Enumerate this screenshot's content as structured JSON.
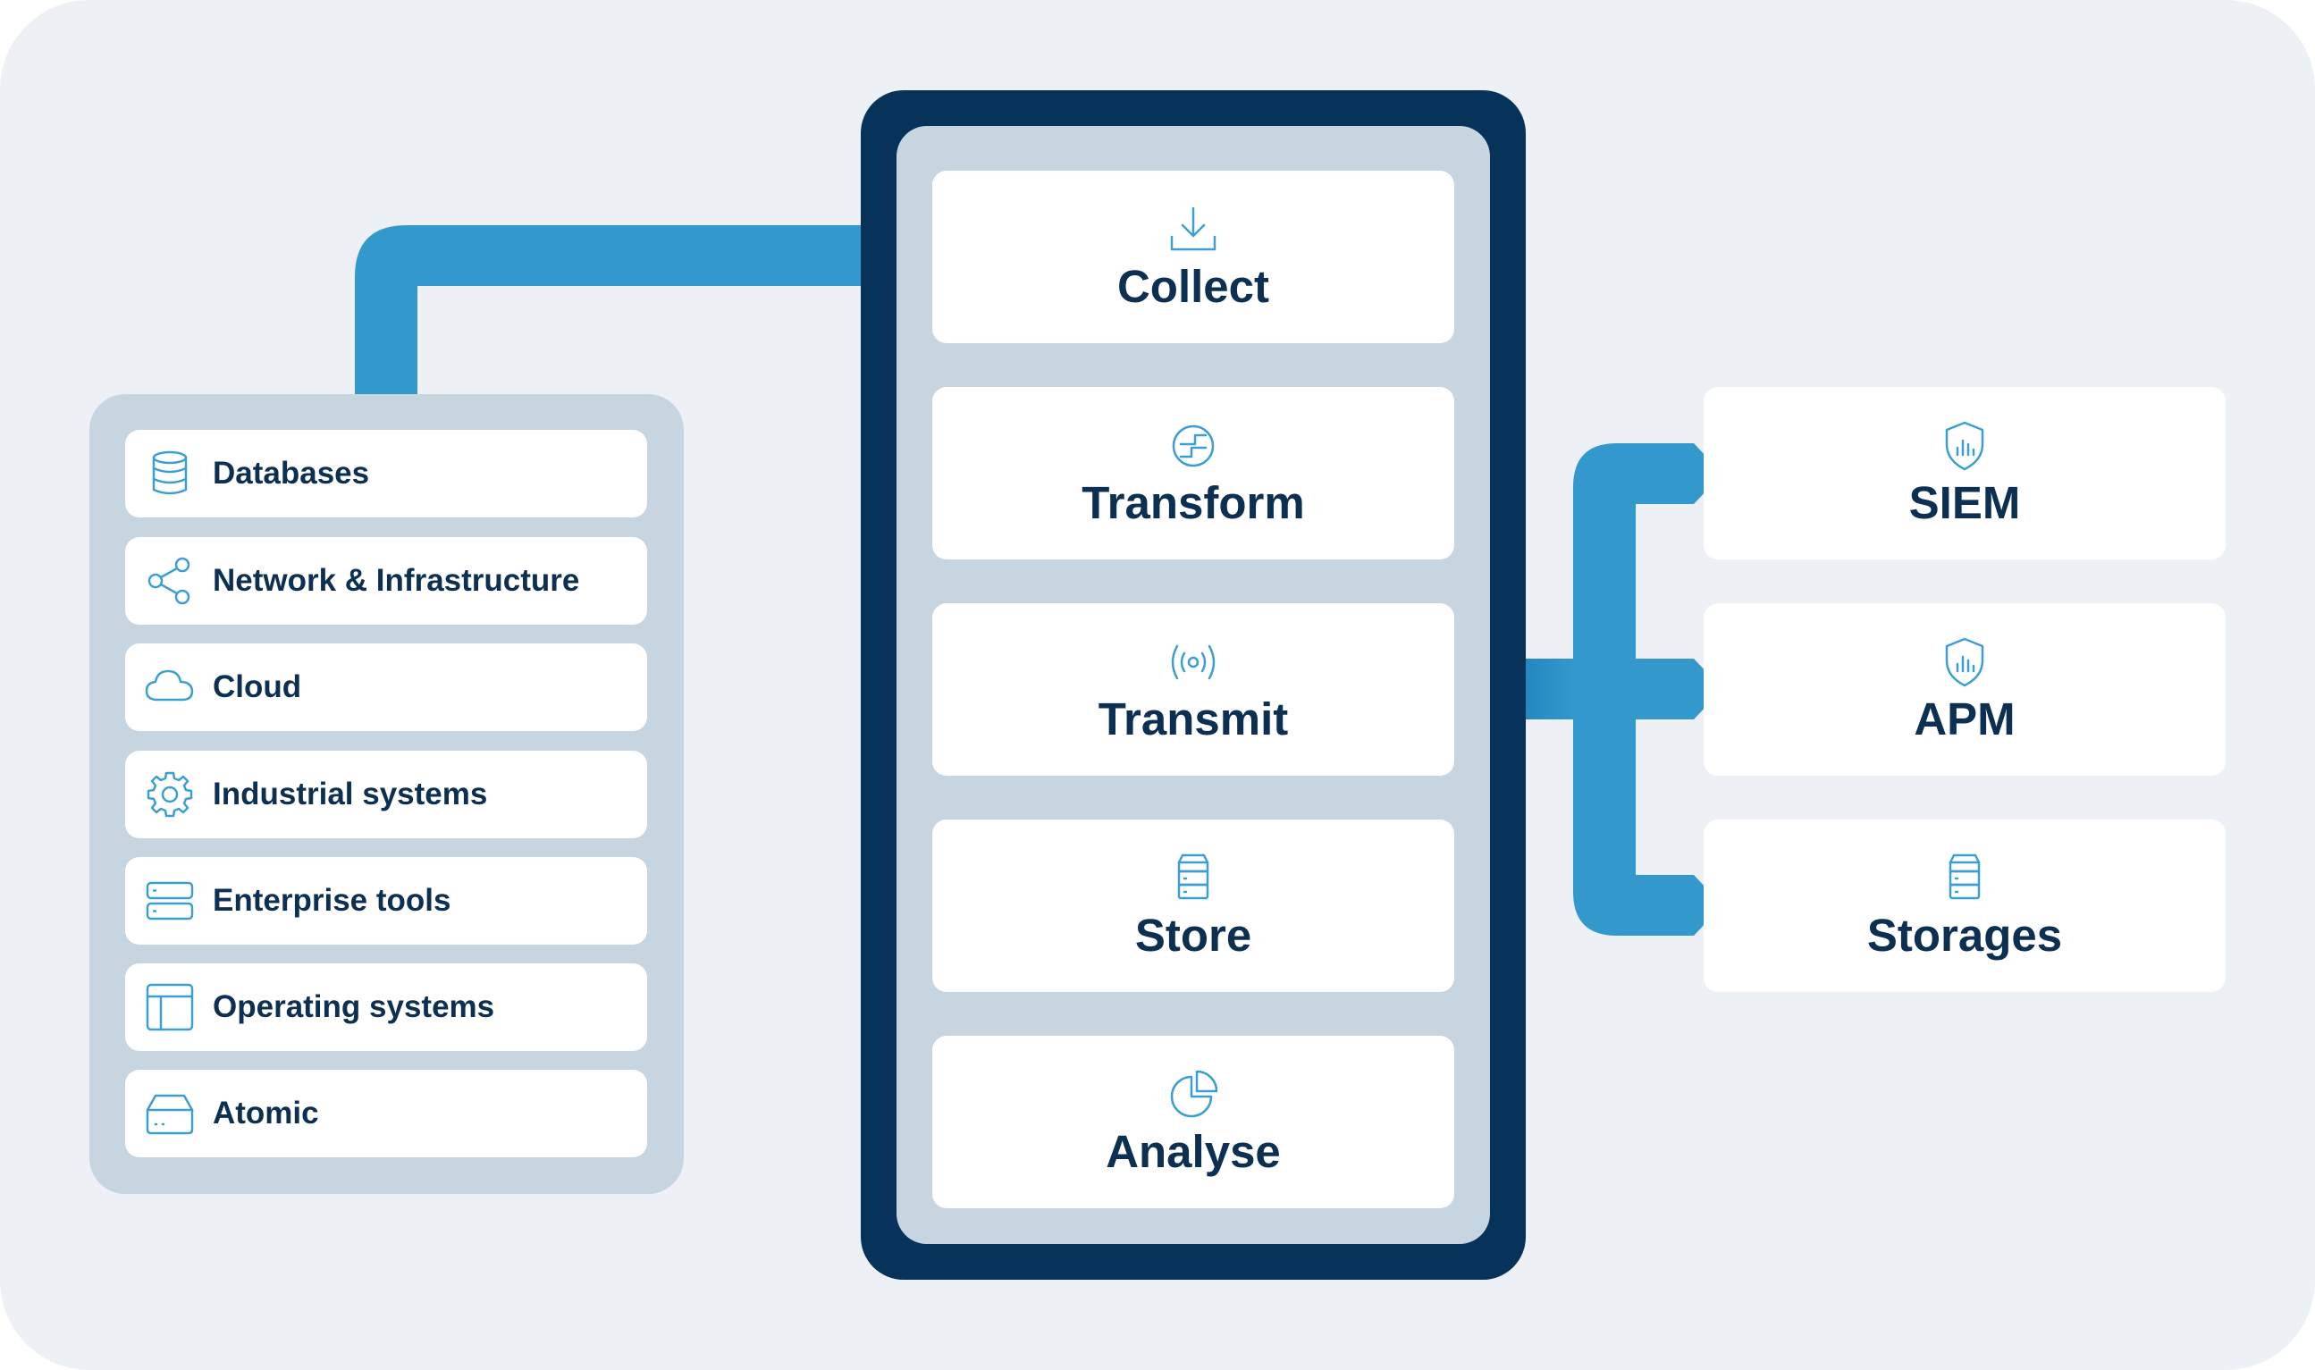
{
  "colors": {
    "background": "#edf0f4",
    "panel": "#c7d5e1",
    "pipeline_frame": "#07335a",
    "connector": "#3399cc",
    "text": "#0d2f52",
    "icon": "#3d9fd1"
  },
  "sources": [
    {
      "label": "Databases",
      "icon": "database-icon"
    },
    {
      "label": "Network & Infrastructure",
      "icon": "share-network-icon"
    },
    {
      "label": "Cloud",
      "icon": "cloud-icon"
    },
    {
      "label": "Industrial systems",
      "icon": "gear-icon"
    },
    {
      "label": "Enterprise tools",
      "icon": "server-icon"
    },
    {
      "label": "Operating systems",
      "icon": "layout-window-icon"
    },
    {
      "label": "Atomic",
      "icon": "hard-drive-icon"
    }
  ],
  "pipeline": [
    {
      "label": "Collect",
      "icon": "download-icon"
    },
    {
      "label": "Transform",
      "icon": "transform-arrows-icon"
    },
    {
      "label": "Transmit",
      "icon": "broadcast-icon"
    },
    {
      "label": "Store",
      "icon": "storage-stack-icon"
    },
    {
      "label": "Analyse",
      "icon": "pie-chart-icon"
    }
  ],
  "destinations": [
    {
      "label": "SIEM",
      "icon": "shield-chart-icon"
    },
    {
      "label": "APM",
      "icon": "shield-chart-icon"
    },
    {
      "label": "Storages",
      "icon": "storage-stack-icon"
    }
  ]
}
